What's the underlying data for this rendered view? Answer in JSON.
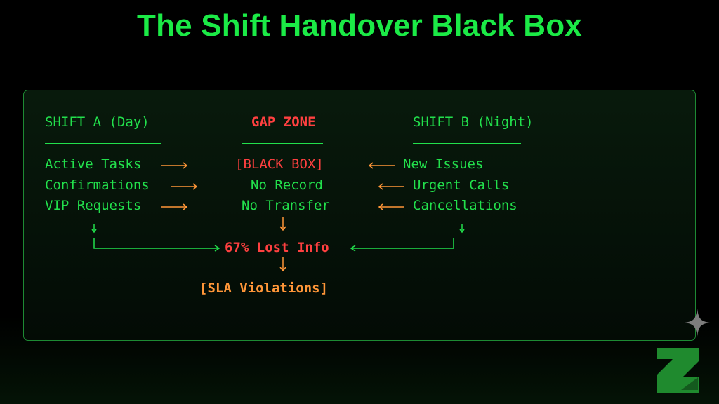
{
  "title": "The Shift Handover Black Box",
  "columns": {
    "shift_a": {
      "header": "SHIFT A (Day)",
      "items": [
        "Active Tasks",
        "Confirmations",
        "VIP Requests"
      ]
    },
    "gap_zone": {
      "header": "GAP ZONE",
      "items": [
        "[BLACK BOX]",
        "No Record",
        "No Transfer"
      ]
    },
    "shift_b": {
      "header": "SHIFT B (Night)",
      "items": [
        "New Issues",
        "Urgent Calls",
        "Cancellations"
      ]
    }
  },
  "merge_label": "67% Lost Info",
  "outcome_label": "[SLA Violations]",
  "colors": {
    "title": "#1bea46",
    "shift_text": "#22e04c",
    "gap_text": "#ff4040",
    "arrows": "#ff9638",
    "panel_border": "#1d8a33"
  },
  "icons": [
    "sparkle-icon",
    "logo-icon"
  ]
}
